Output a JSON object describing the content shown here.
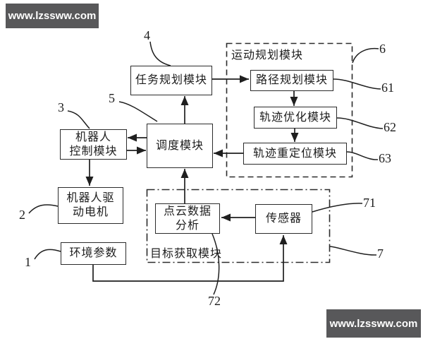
{
  "watermarks": {
    "top_left": "www.lzssww.com",
    "bottom_right": "www.lzssww.com"
  },
  "boxes": {
    "task_planning": "任务规划模块",
    "scheduling": "调度模块",
    "robot_control": "机器人\n控制模块",
    "robot_drive_motor": "机器人驱\n动电机",
    "environment_params": "环境参数",
    "path_planning": "路径规划模块",
    "trajectory_optimization": "轨迹优化模块",
    "trajectory_relocation": "轨迹重定位模块",
    "point_cloud_analysis": "点云数据\n分析",
    "sensor": "传感器"
  },
  "groups": {
    "motion_planning": "运动规划模块",
    "target_acquisition": "目标获取模块"
  },
  "refs": {
    "n1": "1",
    "n2": "2",
    "n3": "3",
    "n4": "4",
    "n5": "5",
    "n6": "6",
    "n61": "61",
    "n62": "62",
    "n63": "63",
    "n7": "7",
    "n71": "71",
    "n72": "72"
  },
  "colors": {
    "banner_bg": "#58585a",
    "line": "#1f1f1f",
    "box_border": "#2b2b2b",
    "background": "#ffffff"
  }
}
